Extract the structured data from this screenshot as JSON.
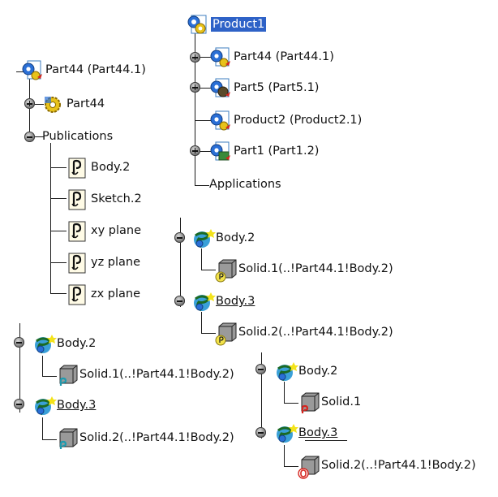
{
  "product_tree": {
    "root": "Product1",
    "children": [
      {
        "label": "Part44 (Part44.1)",
        "icon": "part-instance-icon"
      },
      {
        "label": "Part5 (Part5.1)",
        "icon": "part-instance-icon"
      },
      {
        "label": "Product2 (Product2.1)",
        "icon": "product-instance-icon"
      },
      {
        "label": "Part1 (Part1.2)",
        "icon": "part-instance-icon"
      }
    ],
    "applications": "Applications"
  },
  "part44_tree": {
    "root": "Part44 (Part44.1)",
    "part": "Part44",
    "publications": "Publications",
    "items": [
      "Body.2",
      "Sketch.2",
      "xy plane",
      "yz plane",
      "zx plane"
    ]
  },
  "bodies_linked_top": {
    "body1": "Body.2",
    "solid1": "Solid.1(..!Part44.1!Body.2)",
    "body2": "Body.3",
    "solid2": "Solid.2(..!Part44.1!Body.2)"
  },
  "bodies_linked_left": {
    "body1": "Body.2",
    "solid1": "Solid.1(..!Part44.1!Body.2)",
    "body2": "Body.3",
    "solid2": "Solid.2(..!Part44.1!Body.2)"
  },
  "bodies_isolated": {
    "body1": "Body.2",
    "solid1": "Solid.1",
    "body2": "Body.3",
    "solid2": "Solid.2(..!Part44.1!Body.2)"
  },
  "colors": {
    "selection": "#2e62c7",
    "gear_yellow": "#e8c21a",
    "gear_blue": "#2a6fd6",
    "link_yellow": "#f2e24a",
    "link_teal": "#1d9bb0",
    "broken_red": "#d6251f",
    "solid_gray": "#8c8c8c"
  }
}
